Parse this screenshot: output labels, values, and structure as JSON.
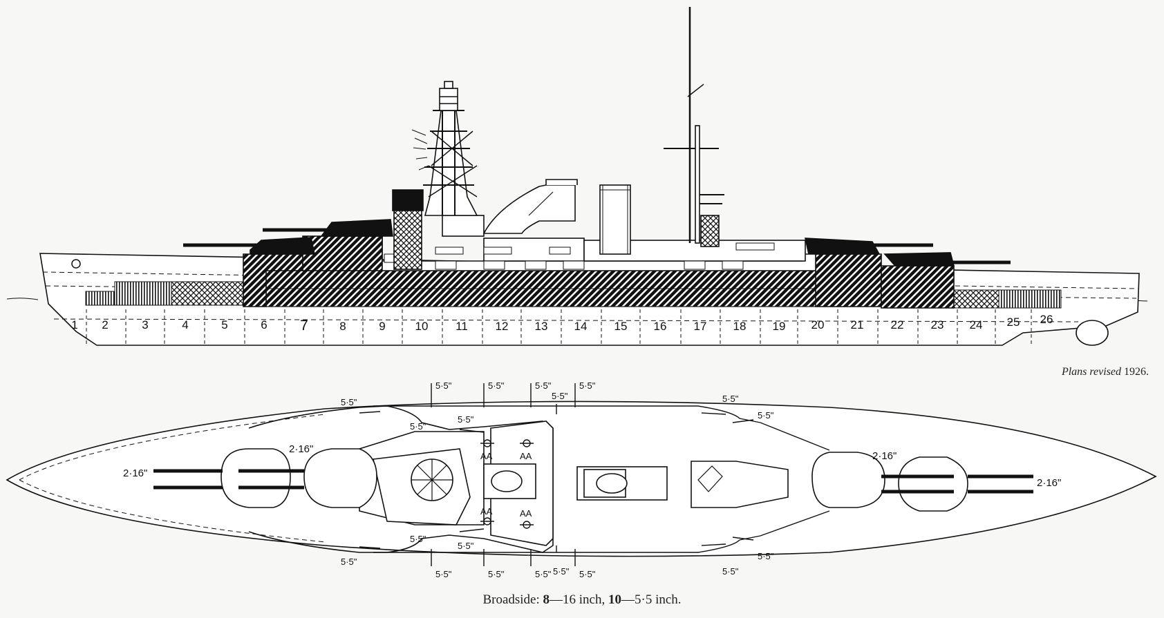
{
  "sections": [
    "1",
    "2",
    "3",
    "4",
    "5",
    "6",
    "7",
    "8",
    "9",
    "10",
    "11",
    "12",
    "13",
    "14",
    "15",
    "16",
    "17",
    "18",
    "19",
    "20",
    "21",
    "22",
    "23",
    "24",
    "25",
    "26"
  ],
  "gun_labels": {
    "main_turret": "2·16\"",
    "secondary_gun": "5·5\"",
    "anti_aircraft": "AA"
  },
  "captions": {
    "plans_revised_prefix": "Plans revised",
    "plans_revised_year": "1926.",
    "broadside_prefix": "Broadside:",
    "broadside_main_count": "8",
    "broadside_main_calibre": "—16 inch,",
    "broadside_secondary_count": "10",
    "broadside_secondary_calibre": "—5·5 inch."
  }
}
